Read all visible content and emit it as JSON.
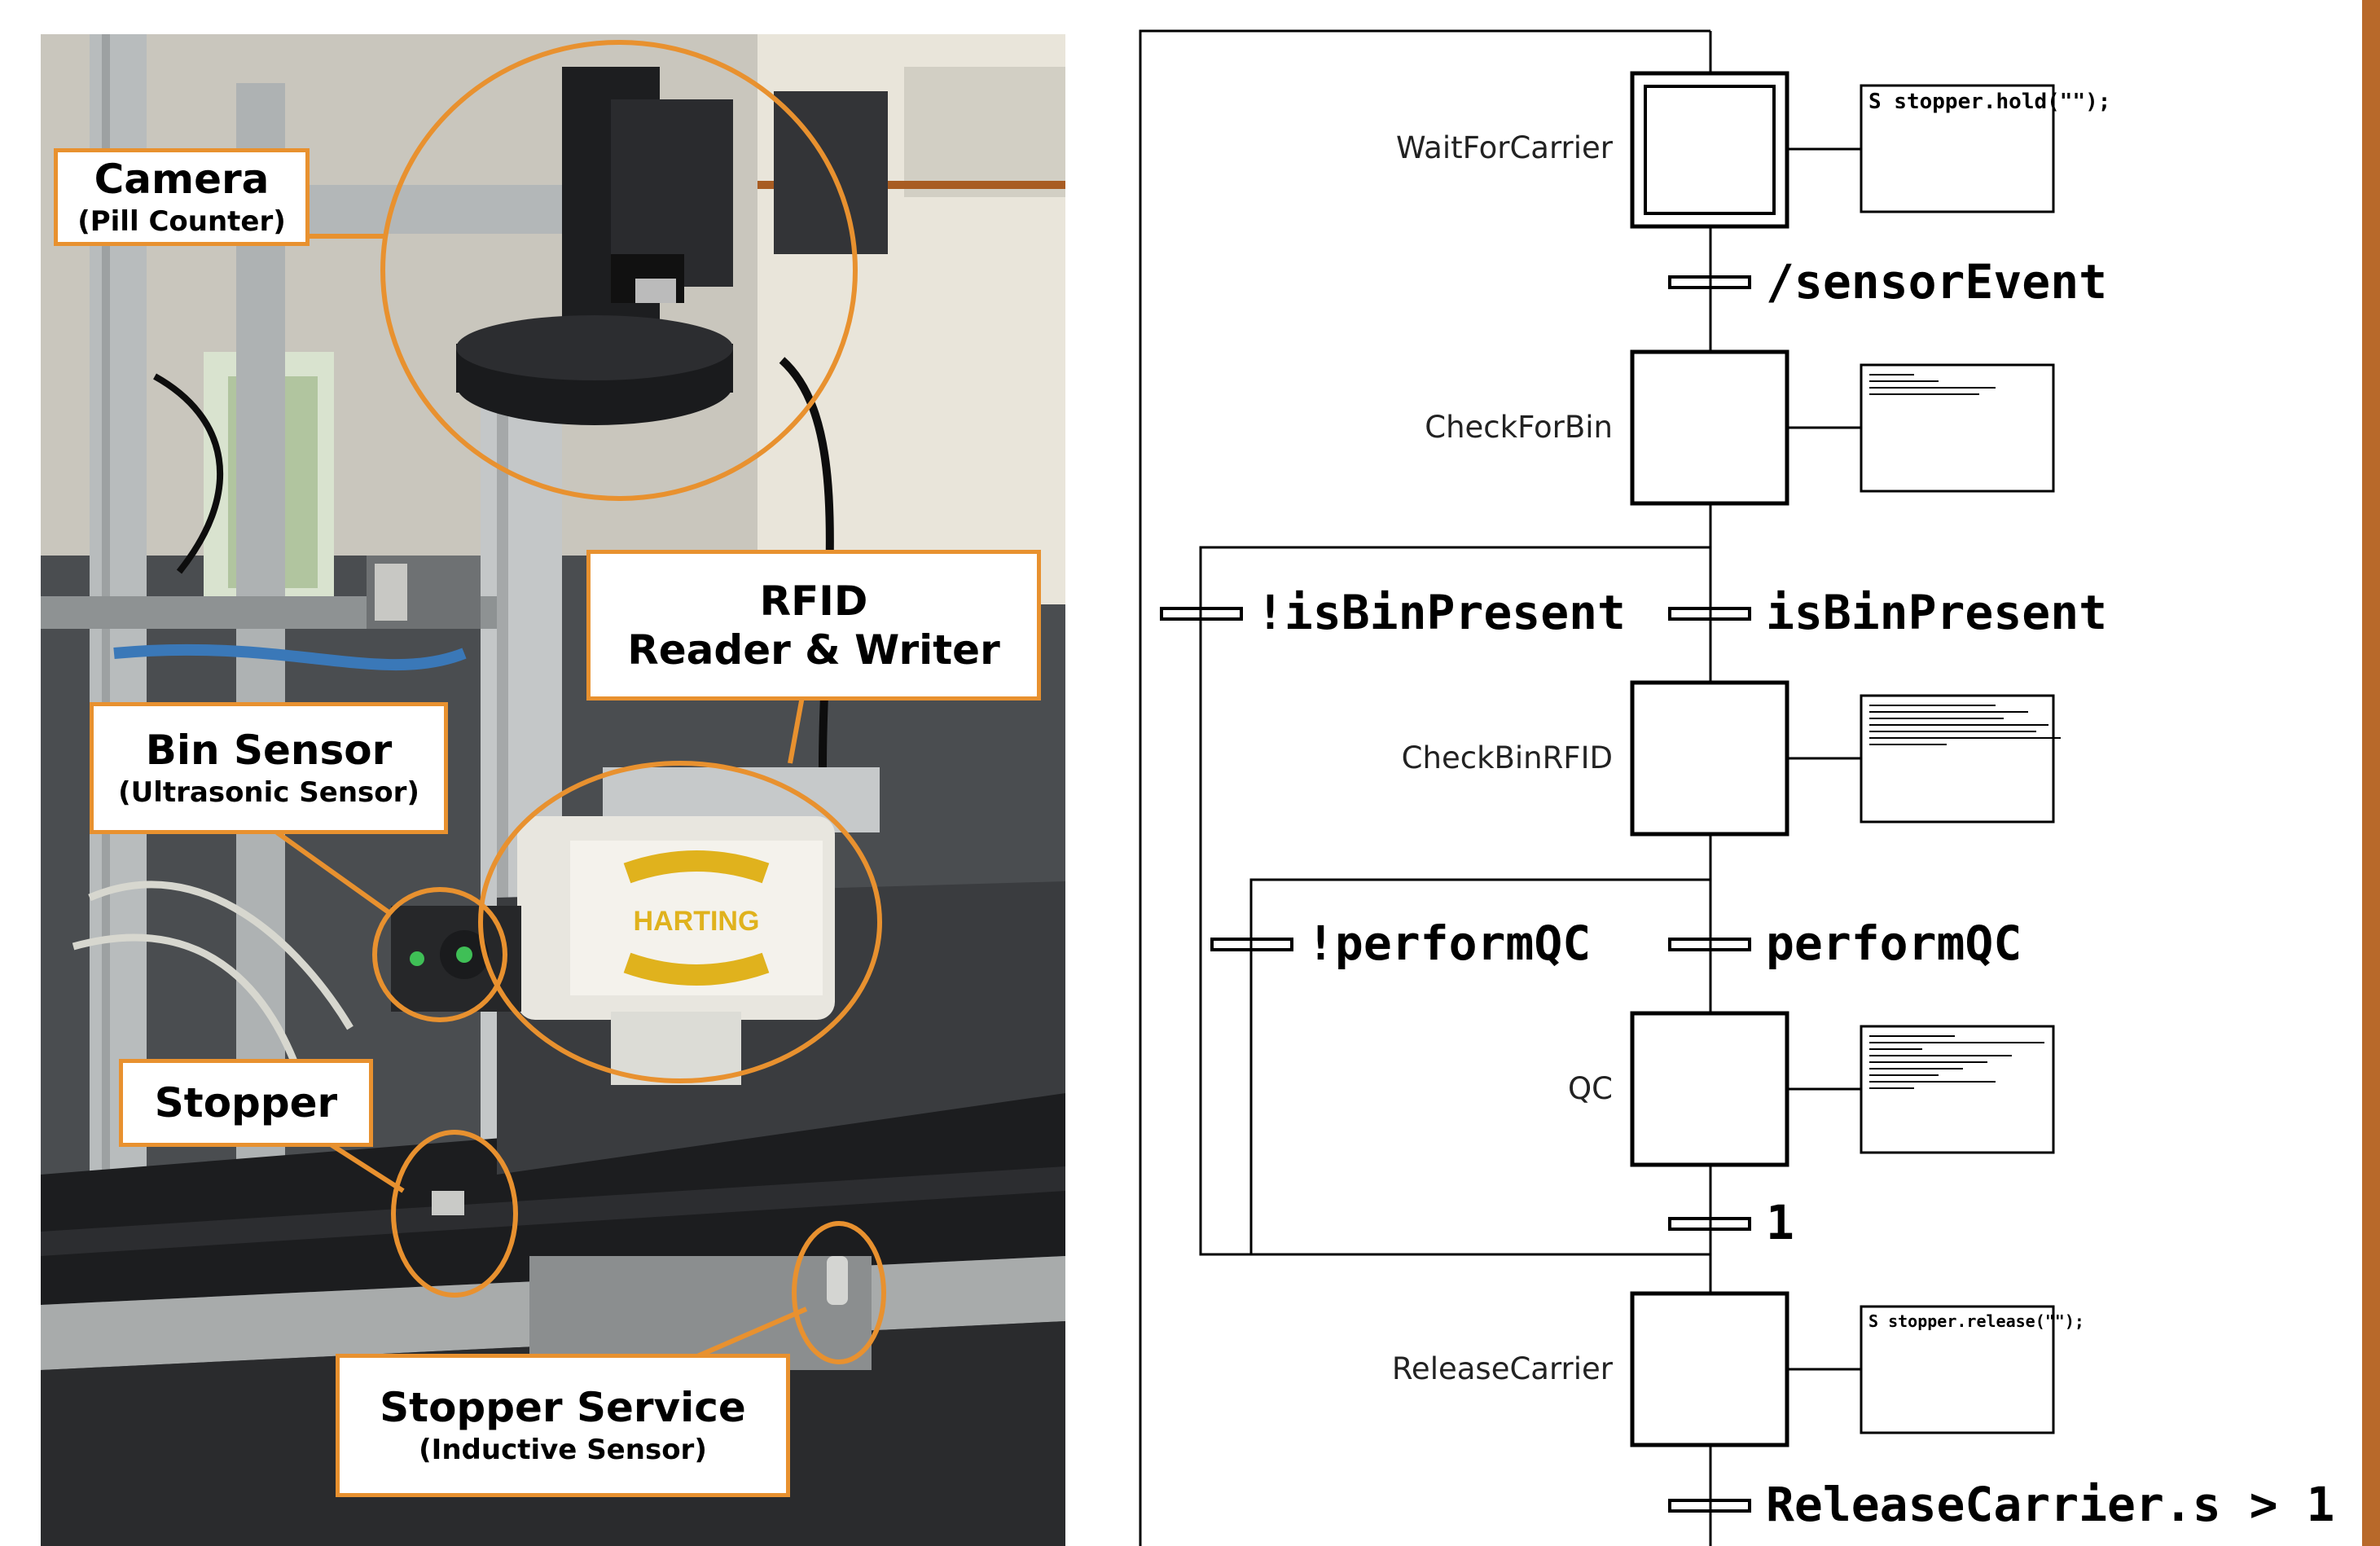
{
  "colors": {
    "accent_orange": "#e8912f",
    "diagram_line": "#000000",
    "edge_brown": "#b8692a"
  },
  "photo": {
    "labels": {
      "camera": {
        "title": "Camera",
        "sub": "(Pill Counter)"
      },
      "rfid": {
        "line1": "RFID",
        "line2": "Reader & Writer"
      },
      "bin_sensor": {
        "title": "Bin Sensor",
        "sub": "(Ultrasonic Sensor)"
      },
      "stopper": {
        "title": "Stopper"
      },
      "stopper_service": {
        "title": "Stopper Service",
        "sub": "(Inductive Sensor)"
      }
    },
    "brand_logo_text": "HARTING"
  },
  "diagram": {
    "steps": [
      {
        "name": "WaitForCarrier",
        "action": "S stopper.hold(\"\");",
        "initial": true
      },
      {
        "name": "CheckForBin",
        "action": "",
        "initial": false
      },
      {
        "name": "CheckBinRFID",
        "action": "",
        "initial": false
      },
      {
        "name": "QC",
        "action": "",
        "initial": false
      },
      {
        "name": "ReleaseCarrier",
        "action": "S stopper.release(\"\");",
        "initial": false
      }
    ],
    "transitions": {
      "sensor_event": "/sensorEvent",
      "not_bin_present": "!isBinPresent",
      "bin_present": "isBinPresent",
      "not_perform_qc": "!performQC",
      "perform_qc": "performQC",
      "always": "1",
      "release_done": "ReleaseCarrier.s > 1"
    }
  }
}
